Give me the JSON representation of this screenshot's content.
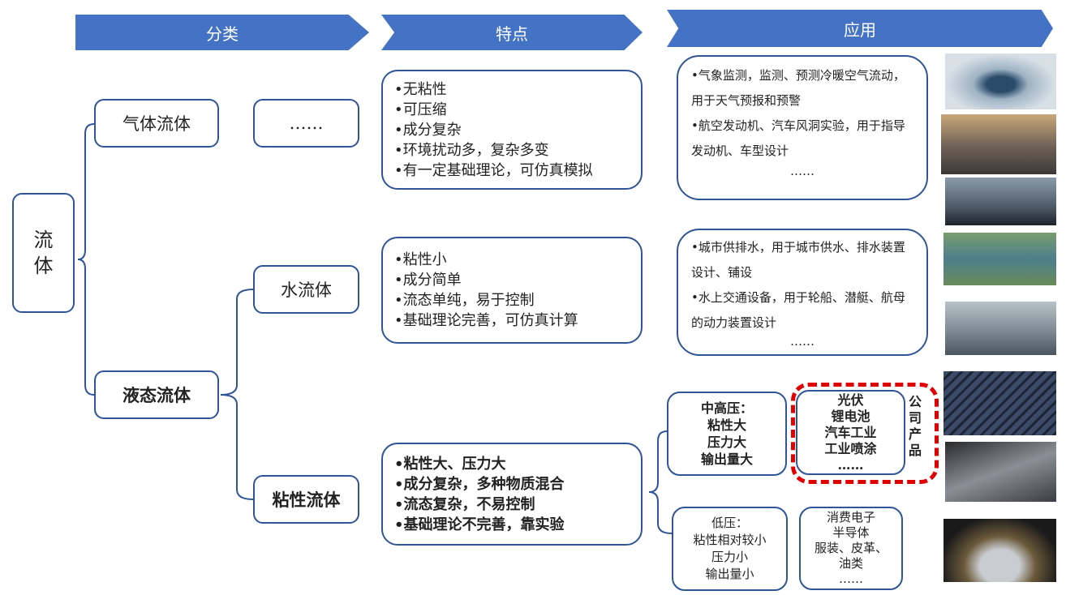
{
  "headers": [
    "分类",
    "特点",
    "应用"
  ],
  "root": "流体",
  "categories": {
    "gas": "气体流体",
    "liquid": "液态流体",
    "gas_sub": "……",
    "water": "水流体",
    "viscous": "粘性流体"
  },
  "features": {
    "gas": [
      "•无粘性",
      "•可压缩",
      "•成分复杂",
      "•环境扰动多，复杂多变",
      "•有一定基础理论，可仿真模拟"
    ],
    "water": [
      "•粘性小",
      "•成分简单",
      "•流态单纯，易于控制",
      "•基础理论完善，可仿真计算"
    ],
    "viscous": [
      "•粘性大、压力大",
      "•成分复杂，多种物质混合",
      "•流态复杂，不易控制",
      "•基础理论不完善，靠实验"
    ]
  },
  "applications": {
    "gas": [
      "•气象监测，监测、预测冷暖空气流动，用于天气预报和预警",
      "•航空发动机、汽车风洞实验，用于指导发动机、车型设计",
      "……"
    ],
    "water": [
      "•城市供排水，用于城市供水、排水装置设计、铺设",
      "•水上交通设备，用于轮船、潜艇、航母的动力装置设计",
      "……"
    ],
    "high_pressure": [
      "中高压：",
      "粘性大",
      "压力大",
      "输出量大"
    ],
    "company_products": [
      "光伏",
      "锂电池",
      "汽车工业",
      "工业喷涂",
      "……"
    ],
    "company_label": "公司产品",
    "low_pressure": [
      "低压：",
      "粘性相对较小",
      "压力小",
      "输出量小"
    ],
    "low_apps": [
      "消费电子",
      "半导体",
      "服装、皮革、",
      "油类",
      "……"
    ]
  },
  "colors": {
    "accent": "#4472c4",
    "border": "#2f5597",
    "highlight": "#e00000"
  }
}
